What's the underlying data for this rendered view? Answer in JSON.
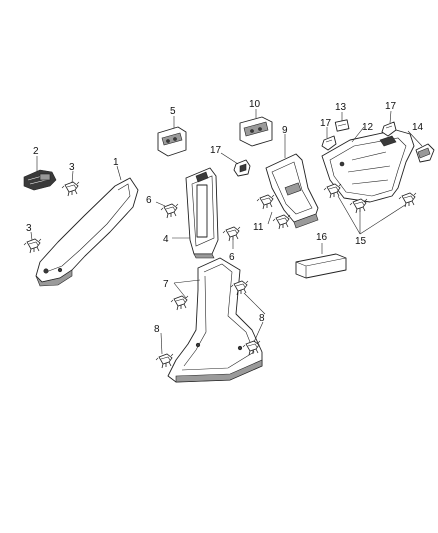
{
  "diagram": {
    "callouts": {
      "c1": "1",
      "c2": "2",
      "c3a": "3",
      "c3b": "3",
      "c4": "4",
      "c5": "5",
      "c6a": "6",
      "c6b": "6",
      "c7": "7",
      "c8a": "8",
      "c8b": "8",
      "c9": "9",
      "c10": "10",
      "c11": "11",
      "c12": "12",
      "c13": "13",
      "c14": "14",
      "c15": "15",
      "c16": "16",
      "c17a": "17",
      "c17b": "17",
      "c17c": "17"
    }
  }
}
